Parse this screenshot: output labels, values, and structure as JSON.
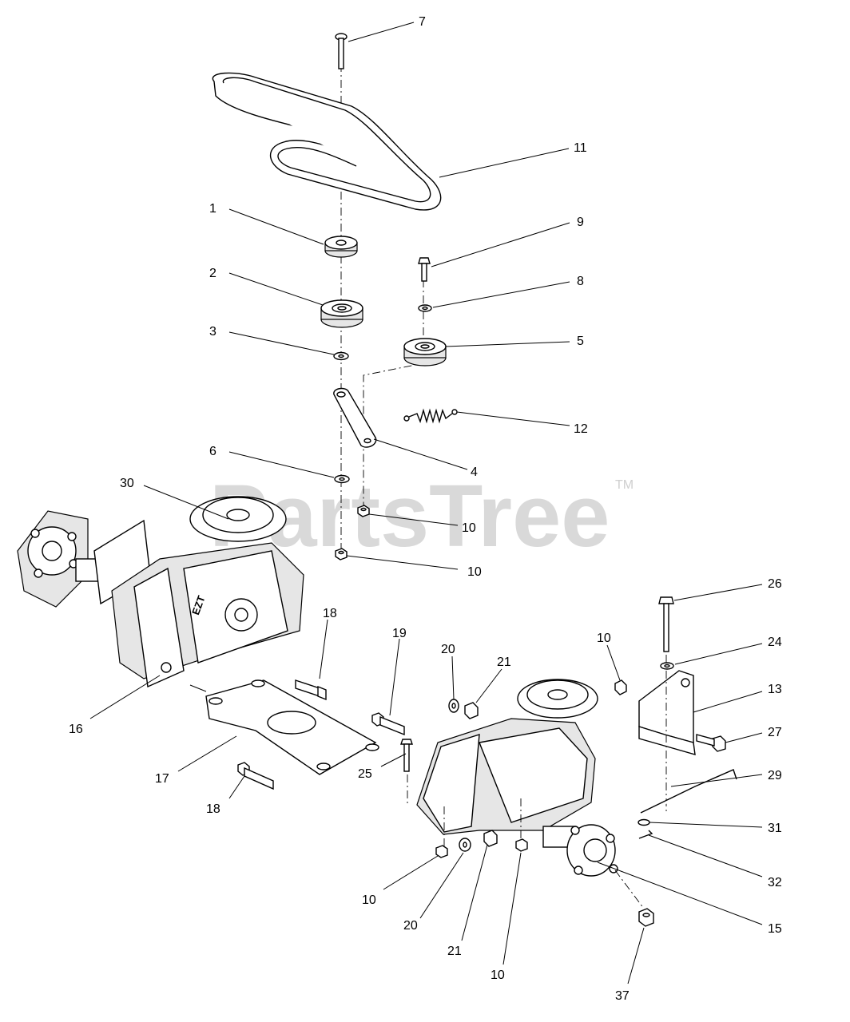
{
  "watermark": {
    "text": "PartsTree",
    "trademark": "TM"
  },
  "callouts": [
    {
      "id": "c7",
      "text": "7"
    },
    {
      "id": "c11",
      "text": "11"
    },
    {
      "id": "c1",
      "text": "1"
    },
    {
      "id": "c9",
      "text": "9"
    },
    {
      "id": "c2",
      "text": "2"
    },
    {
      "id": "c8",
      "text": "8"
    },
    {
      "id": "c3",
      "text": "3"
    },
    {
      "id": "c5",
      "text": "5"
    },
    {
      "id": "c12",
      "text": "12"
    },
    {
      "id": "c6",
      "text": "6"
    },
    {
      "id": "c4",
      "text": "4"
    },
    {
      "id": "c30",
      "text": "30"
    },
    {
      "id": "c10a",
      "text": "10"
    },
    {
      "id": "c10b",
      "text": "10"
    },
    {
      "id": "c26",
      "text": "26"
    },
    {
      "id": "c18a",
      "text": "18"
    },
    {
      "id": "c19",
      "text": "19"
    },
    {
      "id": "c20a",
      "text": "20"
    },
    {
      "id": "c21a",
      "text": "21"
    },
    {
      "id": "c10c",
      "text": "10"
    },
    {
      "id": "c24",
      "text": "24"
    },
    {
      "id": "c13",
      "text": "13"
    },
    {
      "id": "c16",
      "text": "16"
    },
    {
      "id": "c27",
      "text": "27"
    },
    {
      "id": "c17",
      "text": "17"
    },
    {
      "id": "c25",
      "text": "25"
    },
    {
      "id": "c29",
      "text": "29"
    },
    {
      "id": "c18b",
      "text": "18"
    },
    {
      "id": "c31",
      "text": "31"
    },
    {
      "id": "c32",
      "text": "32"
    },
    {
      "id": "c10d",
      "text": "10"
    },
    {
      "id": "c20b",
      "text": "20"
    },
    {
      "id": "c15",
      "text": "15"
    },
    {
      "id": "c21b",
      "text": "21"
    },
    {
      "id": "c10e",
      "text": "10"
    },
    {
      "id": "c37",
      "text": "37"
    }
  ],
  "transaxle_label": "EZT"
}
